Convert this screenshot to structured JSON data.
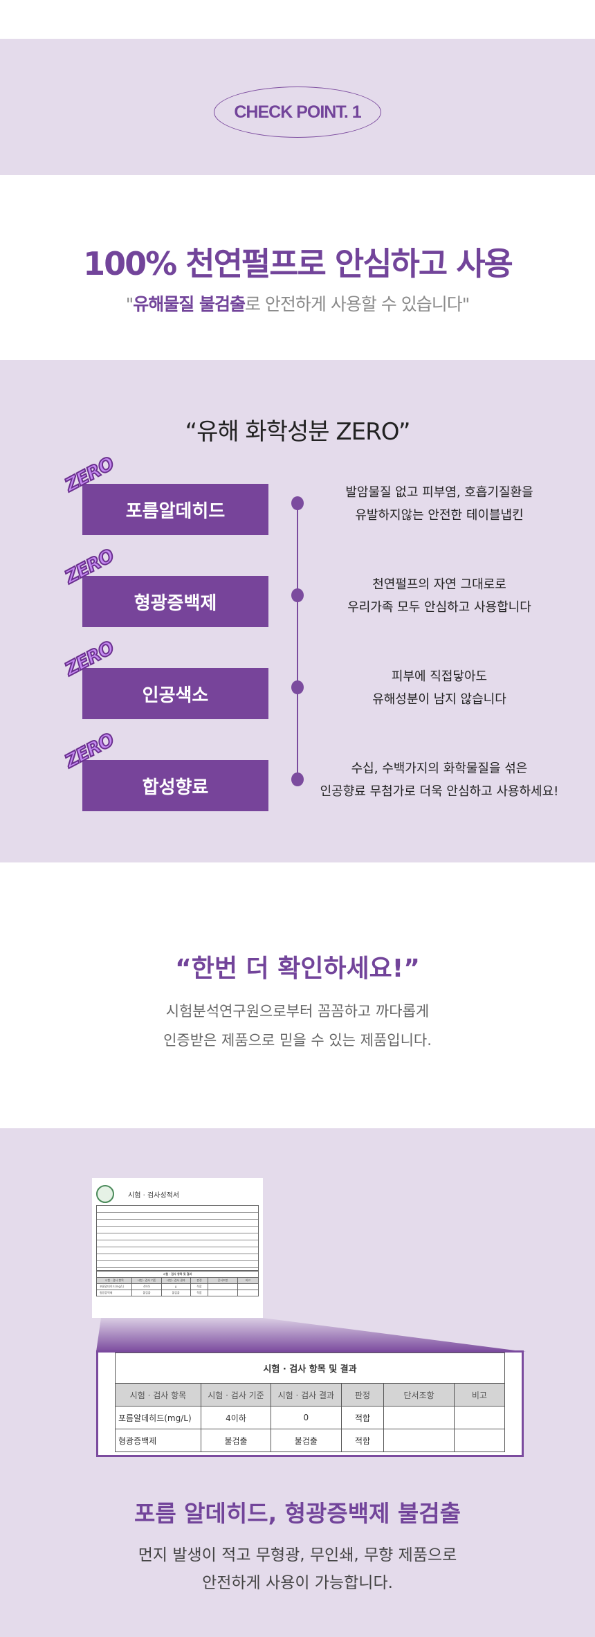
{
  "checkpoint": "CHECK POINT. 1",
  "headline": "100% 천연펄프로 안심하고 사용",
  "sub": {
    "q1": "\"",
    "highlight": "유해물질 불검출",
    "rest": "로 안전하게 사용할 수 있습니다\""
  },
  "zero_section": {
    "title": "“유해 화학성분 ZERO”",
    "badge": "ZERO",
    "items": [
      {
        "label": "포름알데히드",
        "line1": "발암물질 없고 피부염, 호흡기질환을",
        "line2": "유발하지않는 안전한 테이블냅킨"
      },
      {
        "label": "형광증백제",
        "line1": "천연펄프의 자연 그대로로",
        "line2": "우리가족 모두 안심하고 사용합니다"
      },
      {
        "label": "인공색소",
        "line1": "피부에 직접닿아도",
        "line2": "유해성분이 남지 않습니다"
      },
      {
        "label": "합성향료",
        "line1": "수십, 수백가지의 화학물질을 섞은",
        "line2": "인공향료 무첨가로 더욱 안심하고 사용하세요!"
      }
    ]
  },
  "confirm": {
    "title": "“한번 더 확인하세요!”",
    "line1": "시험분석연구원으로부터 꼼꼼하고 까다롭게",
    "line2": "인증받은 제품으로 믿을 수 있는 제품입니다."
  },
  "report": {
    "doc_title": "시험 · 검사성적서",
    "table_title": "시험 · 검사 항목 및 결과",
    "headers": [
      "시험 · 검사 항목",
      "시험 · 검사 기준",
      "시험 · 검사 결과",
      "판정",
      "단서조항",
      "비고"
    ],
    "rows": [
      [
        "포름알데히드(mg/L)",
        "4이하",
        "0",
        "적합",
        "",
        ""
      ],
      [
        "형광증백제",
        "불검출",
        "불검출",
        "적합",
        "",
        ""
      ]
    ]
  },
  "result": {
    "title": "포름 알데히드, 형광증백제 불검출",
    "line1": "먼지 발생이 적고 무형광, 무인쇄, 무향 제품으로",
    "line2": "안전하게 사용이 가능합니다."
  }
}
